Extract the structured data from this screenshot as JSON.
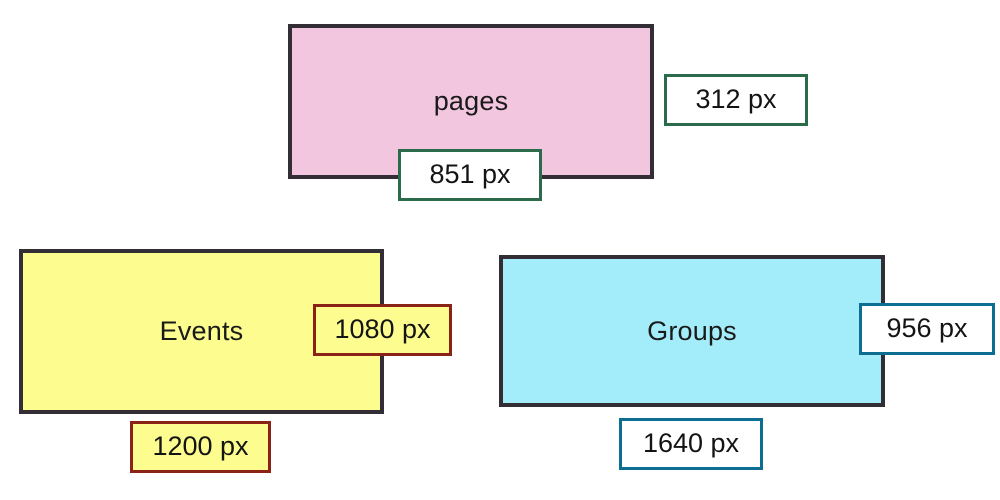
{
  "diagram": {
    "type": "box-dimension-diagram",
    "background_color": "#ffffff",
    "boxes": [
      {
        "id": "pages",
        "label": "pages",
        "fill_color": "#f2c6de",
        "stroke_color": "#332d36",
        "accent_color": "#2b6b4c",
        "width_label": "851 px",
        "height_label": "312 px",
        "width_value": 851,
        "height_value": 312,
        "unit": "px"
      },
      {
        "id": "events",
        "label": "Events",
        "fill_color": "#fcfc8f",
        "stroke_color": "#332d36",
        "accent_color": "#8b2216",
        "width_label": "1200 px",
        "height_label": "1080 px",
        "width_value": 1200,
        "height_value": 1080,
        "unit": "px"
      },
      {
        "id": "groups",
        "label": "Groups",
        "fill_color": "#a3edfb",
        "stroke_color": "#332d36",
        "accent_color": "#0e6e92",
        "width_label": "1640 px",
        "height_label": "956 px",
        "width_value": 1640,
        "height_value": 956,
        "unit": "px"
      }
    ]
  }
}
